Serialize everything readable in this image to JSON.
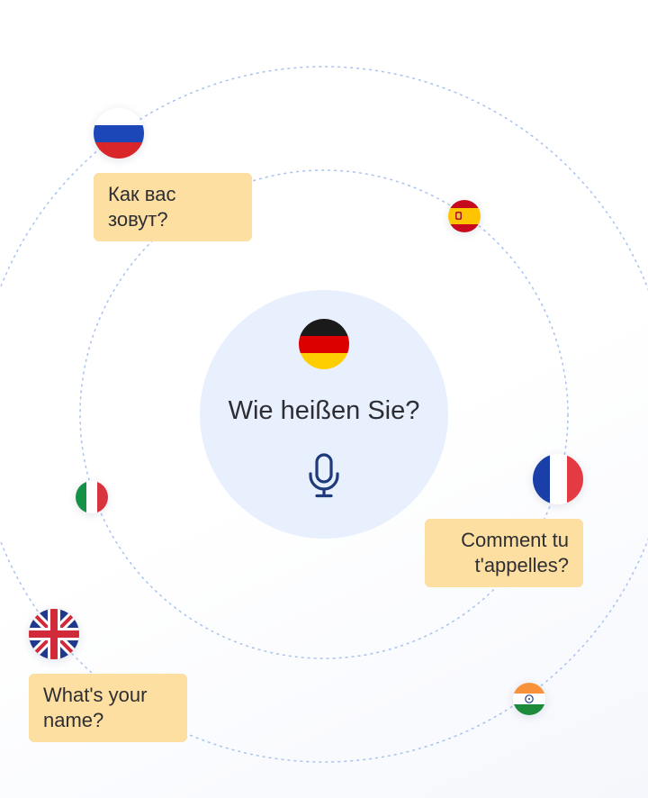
{
  "center": {
    "language": "German",
    "phrase": "Wie heißen Sie?",
    "flag_icon": "germany-flag-icon",
    "mic_icon": "microphone-icon",
    "accent_color": "#1f3a7a"
  },
  "translations": [
    {
      "language": "Russian",
      "flag_icon": "russia-flag-icon",
      "phrase": "Как вас зовут?"
    },
    {
      "language": "French",
      "flag_icon": "france-flag-icon",
      "phrase": "Comment tu t'appelles?"
    },
    {
      "language": "English",
      "flag_icon": "uk-flag-icon",
      "phrase": "What's your name?"
    }
  ],
  "extra_flags": [
    {
      "language": "Spanish",
      "flag_icon": "spain-flag-icon"
    },
    {
      "language": "Italian",
      "flag_icon": "italy-flag-icon"
    },
    {
      "language": "Indian",
      "flag_icon": "india-flag-icon"
    }
  ],
  "colors": {
    "bubble": "#fcdfa1",
    "center_circle": "#e8f0fd",
    "orbit": "#a9c3f0"
  }
}
